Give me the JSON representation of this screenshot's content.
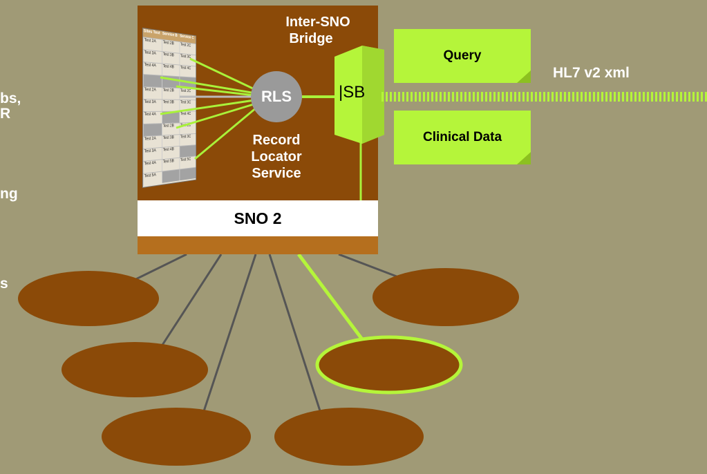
{
  "left_fragments": [
    "bs,",
    "R",
    "ng",
    "s"
  ],
  "sno": {
    "title": "SNO 2",
    "bridge_label_1": "Inter-SNO",
    "bridge_label_2": "Bridge",
    "rls": "RLS",
    "sb": "|SB",
    "service_line_1": "Record",
    "service_line_2": "Locator",
    "service_line_3": "Service"
  },
  "messages": {
    "query": "Query",
    "clinical": "Clinical Data",
    "protocol": "HL7 v2 xml"
  },
  "table": {
    "headers": [
      "Sites Test",
      "Service B",
      "Service C"
    ],
    "rows": [
      [
        "Test 2A",
        "Test 2B",
        "Test 2C"
      ],
      [
        "Test 3A",
        "Test 3B",
        "Test 3C"
      ],
      [
        "Test 4A",
        "Test 4B",
        "Test 4C"
      ],
      [
        "",
        "",
        ""
      ],
      [
        "Test 2A",
        "Test 2B",
        "Test 2C"
      ],
      [
        "Test 3A",
        "Test 3B",
        "Test 3C"
      ],
      [
        "Test 4A",
        "",
        "Test 4C"
      ],
      [
        "",
        "Test 2B",
        "Test 2C"
      ],
      [
        "Test 2A",
        "Test 3B",
        "Test 3C"
      ],
      [
        "Test 3A",
        "Test 4B",
        ""
      ],
      [
        "Test 4A",
        "Test 5B",
        "Test 5C"
      ],
      [
        "Test 5A",
        "",
        ""
      ]
    ]
  },
  "colors": {
    "background": "#a09a76",
    "sno_body": "#8b4a08",
    "accent_green": "#b5f53a",
    "node": "#8b4a08",
    "rls": "#9a9a9a"
  }
}
